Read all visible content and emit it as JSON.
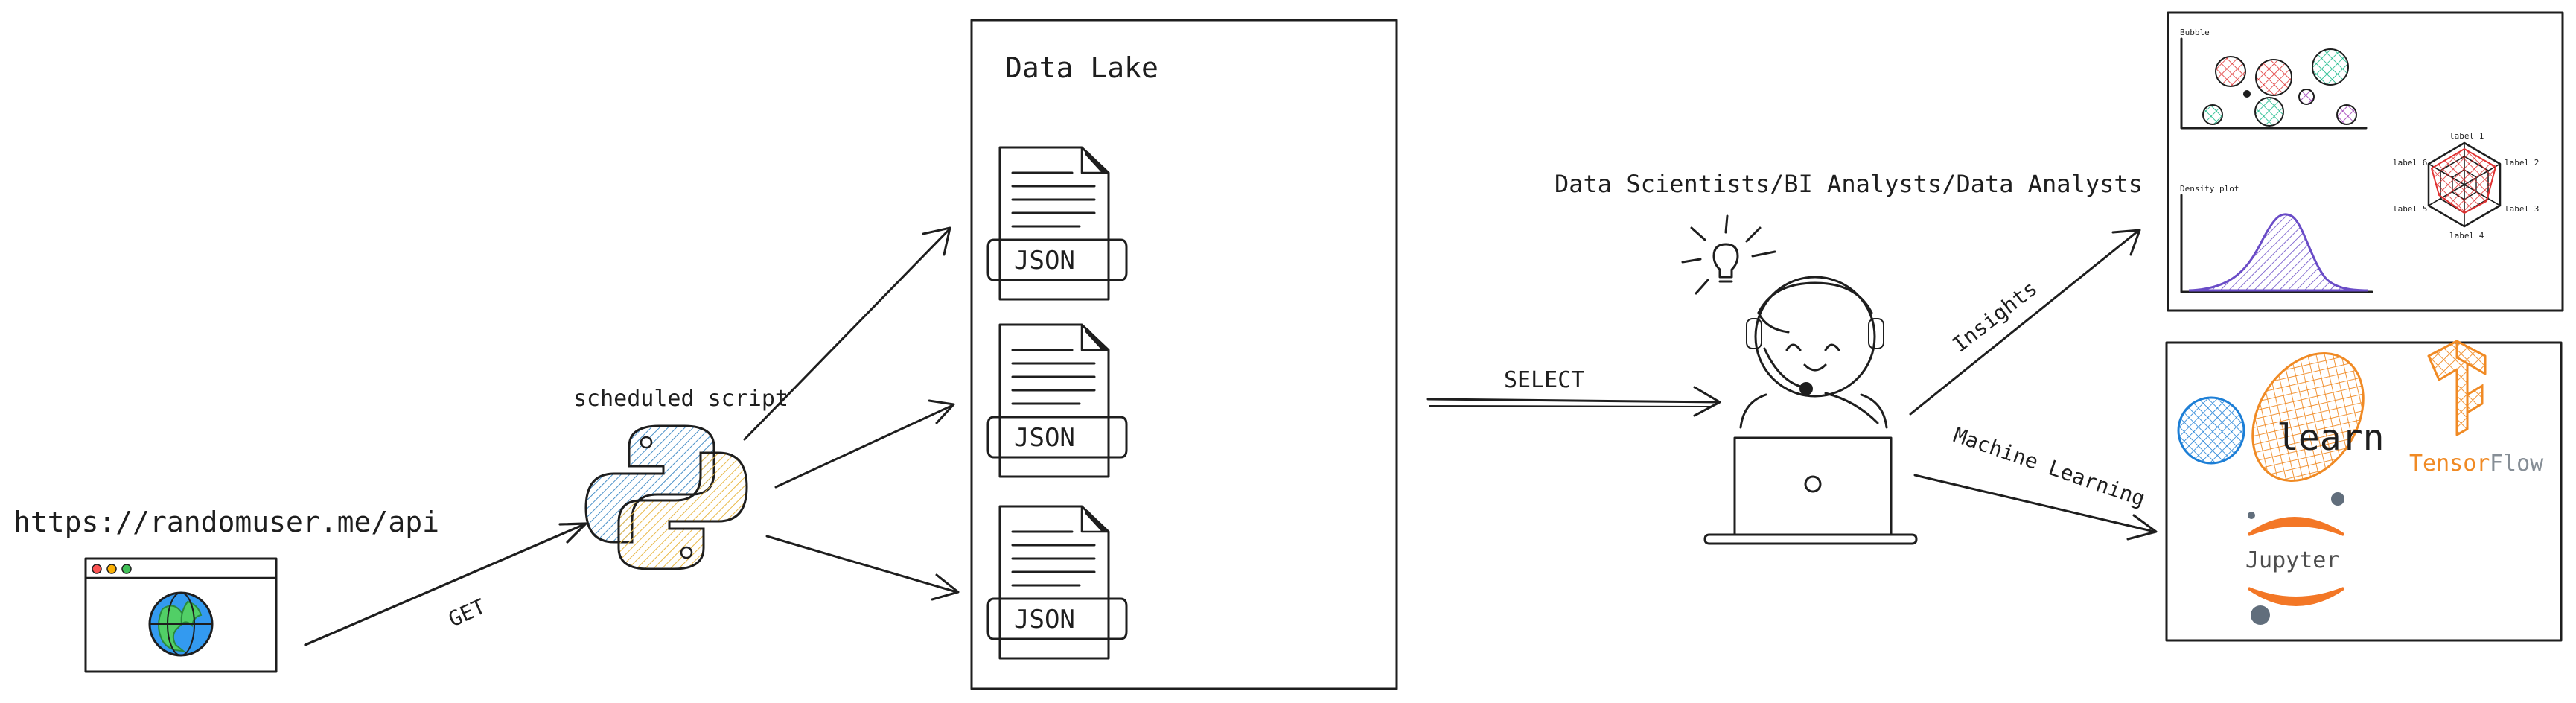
{
  "source": {
    "url": "https://randomuser.me/api",
    "browser_icon": "globe-icon"
  },
  "arrows": {
    "get": "GET",
    "select": "SELECT",
    "insights": "Insights",
    "machine_learning": "Machine Learning"
  },
  "script": {
    "label": "scheduled script",
    "icon": "python-icon"
  },
  "data_lake": {
    "title": "Data Lake",
    "files": [
      {
        "label": "JSON",
        "icon": "file-icon"
      },
      {
        "label": "JSON",
        "icon": "file-icon"
      },
      {
        "label": "JSON",
        "icon": "file-icon"
      }
    ]
  },
  "consumers": {
    "label": "Data Scientists/BI Analysts/Data Analysts",
    "icon": "analyst-at-laptop-icon"
  },
  "insights_panel": {
    "bubble_title": "Bubble",
    "density_title": "Density plot",
    "radar_labels": [
      "label 1",
      "label 2",
      "label 3",
      "label 4",
      "label 5",
      "label 6"
    ]
  },
  "ml_panel": {
    "sklearn_text": "learn",
    "tensorflow_text_1": "Tensor",
    "tensorflow_text_2": "Flow",
    "jupyter_text": "Jupyter"
  },
  "colors": {
    "ink": "#1e1e1e",
    "python_blue": "#4a90c8",
    "python_yellow": "#e9b949",
    "orange": "#f08a24",
    "purple": "#6a4cc7",
    "red": "#e03131"
  }
}
